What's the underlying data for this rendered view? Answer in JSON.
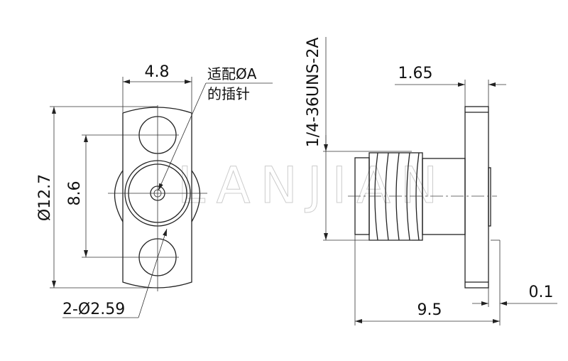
{
  "front_view": {
    "width_dim": "4.8",
    "diameter_dim": "Ø12.7",
    "hole_spacing_dim": "8.6",
    "hole_dim": "2-Ø2.59",
    "pin_note_line1": "适配ØA",
    "pin_note_line2": "的插针"
  },
  "side_view": {
    "thread_dim": "1/4-36UNS-2A",
    "flange_thickness_dim": "1.65",
    "offset_dim": "0.1",
    "length_dim": "9.5"
  },
  "watermark": "LANJIAN"
}
